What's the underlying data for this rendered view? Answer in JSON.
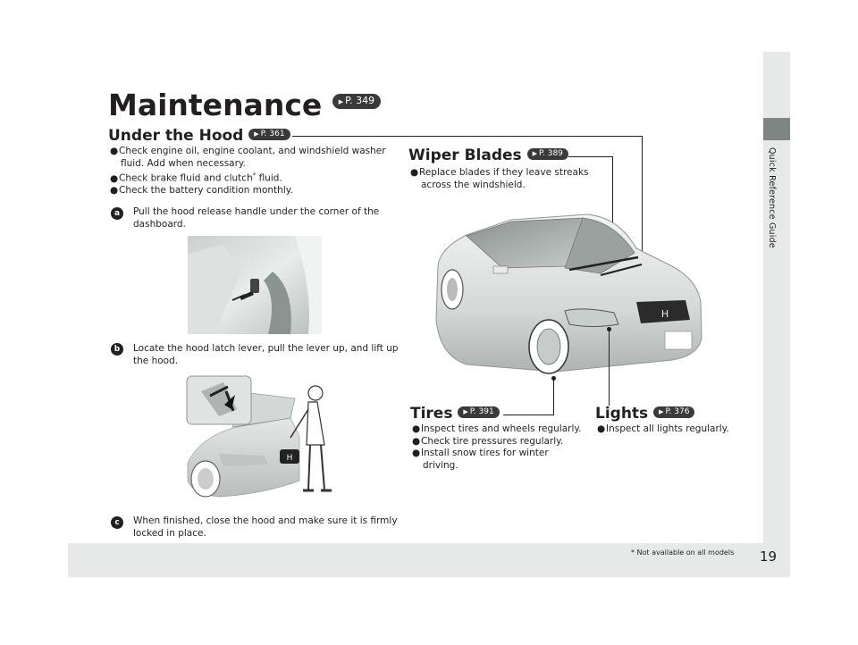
{
  "title": "Maintenance",
  "title_ref": "P. 349",
  "hood": {
    "heading": "Under the Hood",
    "ref": "P. 361",
    "bullets": [
      [
        "Check engine oil, engine coolant, and windshield washer",
        "fluid. Add when necessary."
      ],
      [
        "Check brake fluid and clutch",
        "*",
        " fluid."
      ],
      [
        "Check the battery condition monthly."
      ]
    ],
    "steps": [
      {
        "badge": "a",
        "lines": [
          "Pull the hood release handle under the corner of the",
          "dashboard."
        ]
      },
      {
        "badge": "b",
        "lines": [
          "Locate the hood latch lever, pull the lever up, and lift up",
          "the hood."
        ]
      },
      {
        "badge": "c",
        "lines": [
          "When finished, close the hood and make sure it is firmly",
          "locked in place."
        ]
      }
    ]
  },
  "wiper": {
    "heading": "Wiper Blades",
    "ref": "P. 389",
    "bullets": [
      [
        "Replace blades if they leave streaks",
        "across the windshield."
      ]
    ]
  },
  "tires": {
    "heading": "Tires",
    "ref": "P. 391",
    "bullets": [
      [
        "Inspect tires and wheels regularly."
      ],
      [
        "Check tire pressures regularly."
      ],
      [
        "Install snow tires for winter",
        "driving."
      ]
    ]
  },
  "lights": {
    "heading": "Lights",
    "ref": "P. 376",
    "bullets": [
      [
        "Inspect all lights regularly."
      ]
    ]
  },
  "side_label": "Quick Reference Guide",
  "page_number": "19",
  "footnote": "Not available on all models",
  "footnote_mark": "*",
  "bullet_glyph": "●",
  "ref_arrow": "▶",
  "car_badge": "H"
}
